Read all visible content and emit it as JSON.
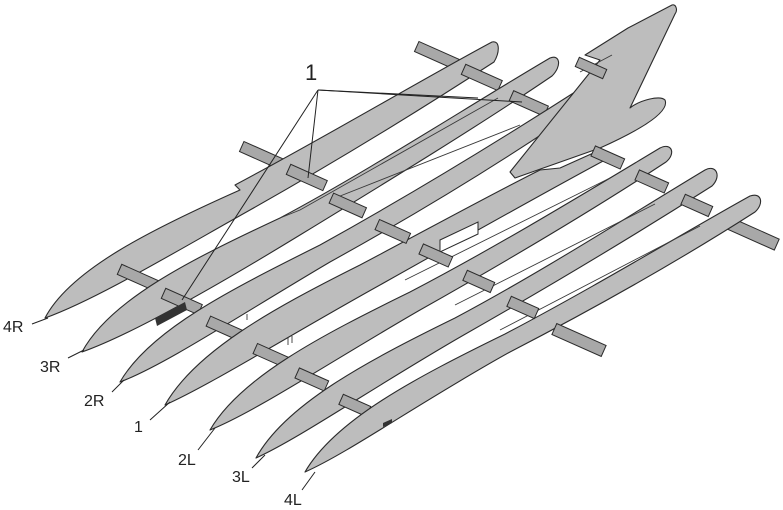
{
  "callout": {
    "number": "1"
  },
  "labels": {
    "r4": "4R",
    "r3": "3R",
    "r2": "2R",
    "center": "1",
    "l2": "2L",
    "l3": "3L",
    "l4": "4L"
  },
  "colors": {
    "part_fill": "#bdbdbd",
    "tab_fill": "#a8a8a8",
    "outline": "#2b2b2b",
    "background": "#ffffff"
  }
}
